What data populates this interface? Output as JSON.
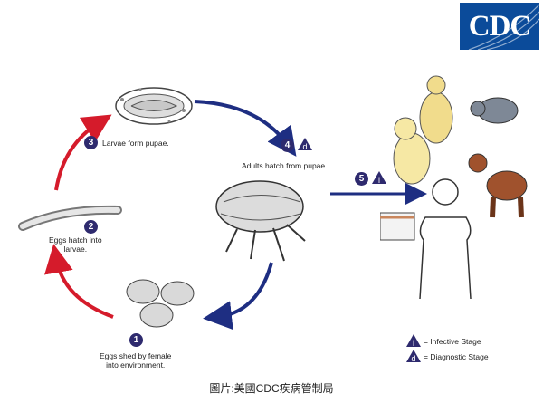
{
  "logo": {
    "text": "CDC"
  },
  "colors": {
    "red_arrow": "#d51b2b",
    "blue_arrow": "#1e2e82",
    "badge": "#2e2a6e",
    "logo_bg": "#0b4b9a"
  },
  "stages": [
    {
      "number": "1",
      "text": "Eggs shed by female\ninto environment."
    },
    {
      "number": "2",
      "text": "Eggs hatch into\nlarvae."
    },
    {
      "number": "3",
      "text": "Larvae form pupae."
    },
    {
      "number": "4",
      "marker": "d",
      "text": "Adults hatch from pupae."
    },
    {
      "number": "5",
      "marker": "i",
      "text": ""
    }
  ],
  "legend": [
    {
      "marker": "i",
      "text": "= Infective Stage"
    },
    {
      "marker": "d",
      "text": "= Diagnostic Stage"
    }
  ],
  "credit": "圖片:美國CDC疾病管制局"
}
